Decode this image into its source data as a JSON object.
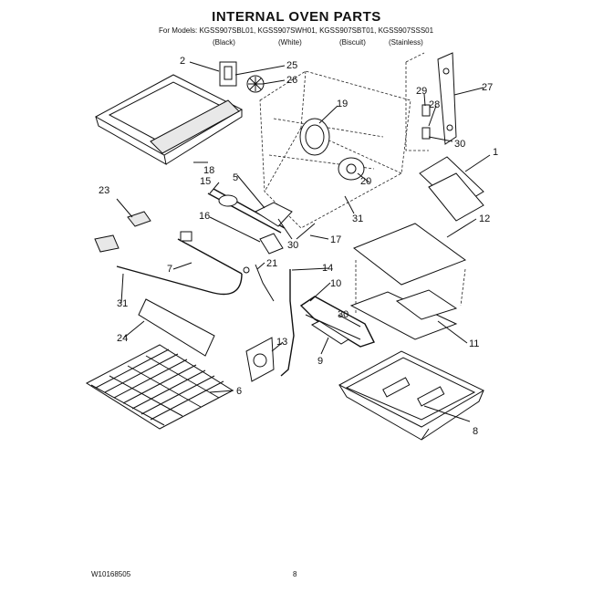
{
  "header": {
    "title": "INTERNAL OVEN PARTS",
    "models_line": "For Models: KGSS907SBL01, KGSS907SWH01, KGSS907SBT01, KGSS907SSS01",
    "variants": [
      "(Black)",
      "(White)",
      "(Biscuit)",
      "(Stainless)"
    ]
  },
  "footer": {
    "doc_code": "W10168505",
    "page_number": "8"
  },
  "callouts": {
    "c1": "1",
    "c2": "2",
    "c5": "5",
    "c6": "6",
    "c7": "7",
    "c8": "8",
    "c9": "9",
    "c10": "10",
    "c11": "11",
    "c12": "12",
    "c13": "13",
    "c14": "14",
    "c15": "15",
    "c16": "16",
    "c17": "17",
    "c18": "18",
    "c19": "19",
    "c20": "20",
    "c21": "21",
    "c23": "23",
    "c24": "24",
    "c25": "25",
    "c26": "26",
    "c27": "27",
    "c28": "28",
    "c29": "29",
    "c30a": "30",
    "c30b": "30",
    "c30c": "30",
    "c31a": "31",
    "c31b": "31"
  }
}
